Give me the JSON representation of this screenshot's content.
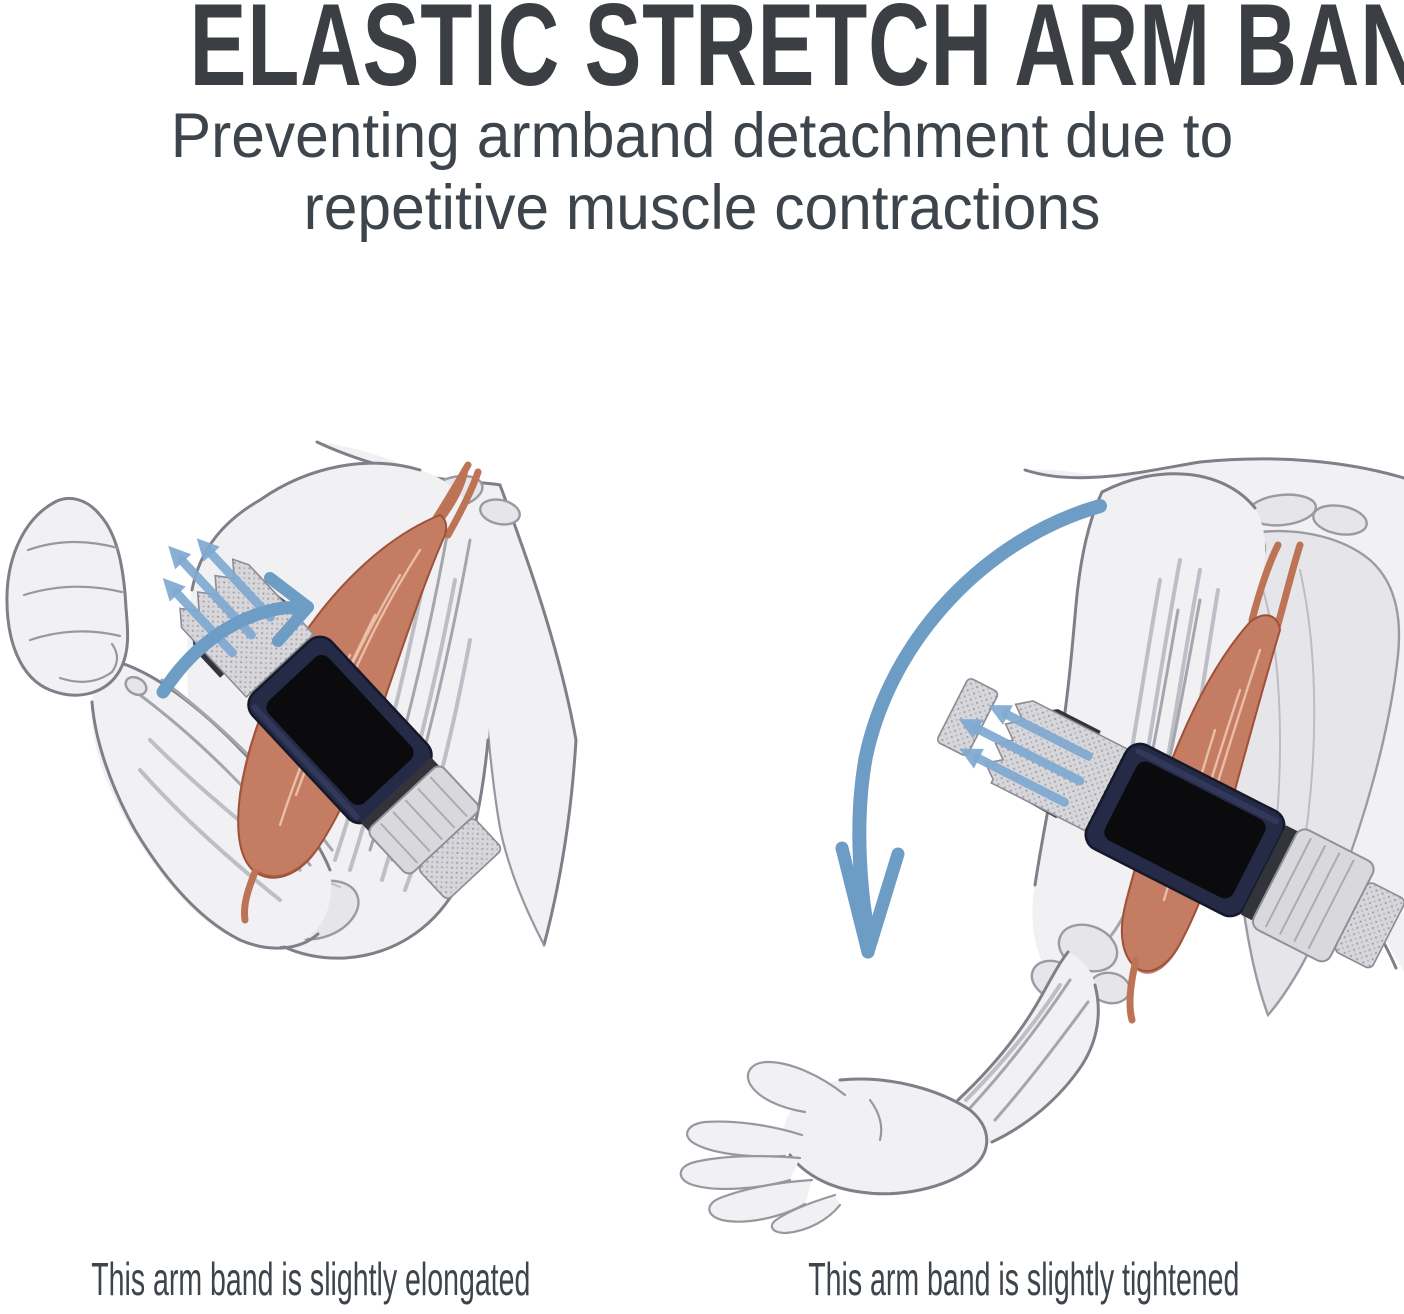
{
  "title": "ELASTIC STRETCH ARM BAND",
  "subtitle": {
    "line1": "Preventing armband detachment due to",
    "line2": "repetitive muscle contractions"
  },
  "figures": {
    "left": {
      "caption": "This arm band is slightly elongated",
      "illustration": "flexed arm with biceps contracted, armband strap stretching",
      "icons": [
        "curved-flex-arrow-icon",
        "stretch-arrows-icon",
        "armband-device"
      ]
    },
    "right": {
      "caption": "This arm band is slightly tightened",
      "illustration": "extended arm with biceps elongated, armband strap retracting",
      "icons": [
        "curved-extend-arrow-icon",
        "stretch-arrows-icon",
        "armband-device"
      ]
    }
  },
  "colors": {
    "title_text": "#3b3f44",
    "body_text": "#3d444b",
    "accent_blue": "#6d9cc5",
    "stretch_blue": "#7fa9d0",
    "muscle": "#c47d63",
    "muscle_highlight": "#ecc5af",
    "muscle_shadow": "#a4563c",
    "skin": "#f1f1f4",
    "skin_outline": "#7f7f88",
    "bone": "#e6e6ea",
    "device_bezel": "#252b47",
    "device_screen": "#0b0b0e",
    "strap_gray": "#d7d7db"
  }
}
